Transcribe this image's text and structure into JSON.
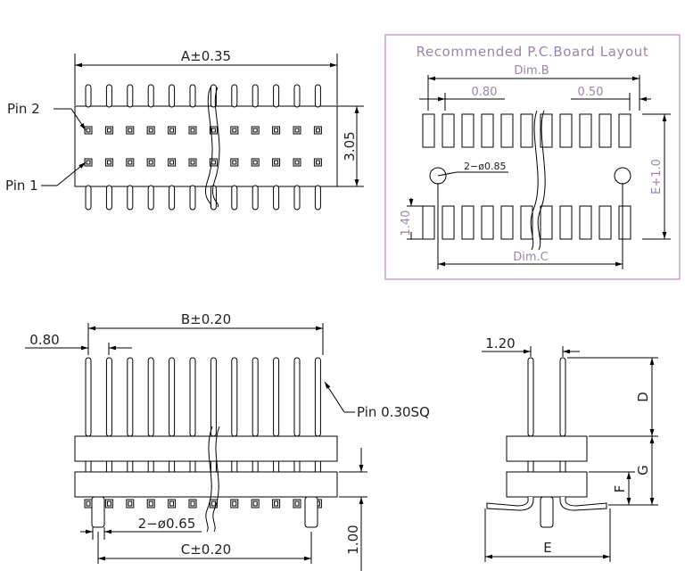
{
  "top_view": {
    "dim_a": "A±0.35",
    "dim_305": "3.05",
    "pin2": "Pin 2",
    "pin1": "Pin 1"
  },
  "layout": {
    "title": "Recommended P.C.Board Layout",
    "dim_b": "Dim.B",
    "dim_080": "0.80",
    "dim_050": "0.50",
    "hole": "2−ø0.85",
    "dim_e": "E+1.0",
    "dim_140": "1.40",
    "dim_c": "Dim.C",
    "frame_color": "#c8a8d0"
  },
  "front_view": {
    "dim_080": "0.80",
    "dim_b": "B±0.20",
    "pin_label": "Pin 0.30SQ",
    "hole": "2−ø0.65",
    "dim_c": "C±0.20",
    "dim_100": "1.00"
  },
  "side_view": {
    "dim_120": "1.20",
    "dim_d": "D",
    "dim_g": "G",
    "dim_f": "F",
    "dim_e": "E"
  }
}
